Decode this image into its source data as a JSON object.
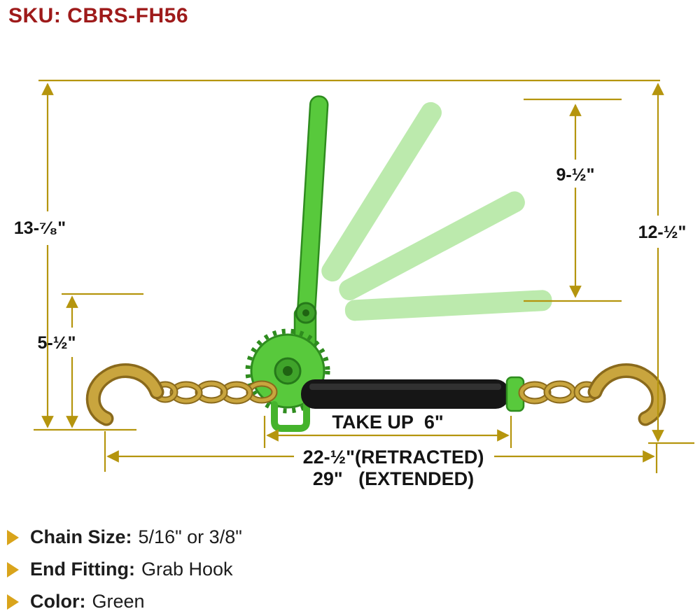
{
  "sku": "SKU: CBRS-FH56",
  "dimensions": {
    "height_total": "13-⁷⁄₈\"",
    "hook_height": "5-½\"",
    "lever_swing": "9-½\"",
    "height_right": "12-½\"",
    "take_up": "TAKE UP  6\"",
    "length_retracted": "22-½\"(RETRACTED)",
    "length_extended": "29\"   (EXTENDED)"
  },
  "specs": [
    {
      "label": "Chain Size:",
      "value": "5/16\" or 3/8\""
    },
    {
      "label": "End Fitting:",
      "value": "Grab Hook"
    },
    {
      "label": "Color:",
      "value": "Green"
    }
  ],
  "colors": {
    "sku_red": "#9E1A1A",
    "dimension_gold": "#B5950E",
    "label_black": "#141414",
    "binder_green": "#58C93C",
    "binder_green_dark": "#2e8c1e",
    "ghost_green": "#7FD863",
    "chain_gold": "#C9A53E",
    "chain_gold_dark": "#8A6A1C",
    "handle_black": "#161616",
    "bullet_gold": "#D9A41B"
  }
}
